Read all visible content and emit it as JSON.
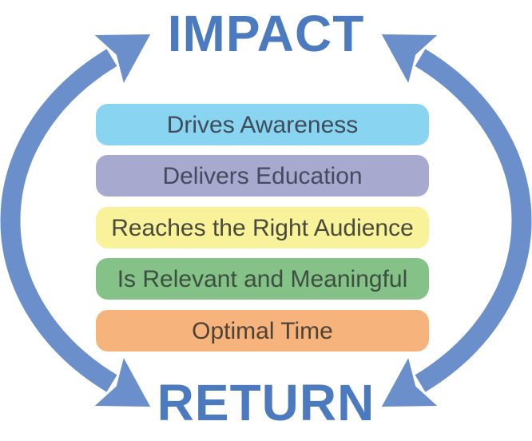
{
  "title_top": "IMPACT",
  "title_bottom": "RETURN",
  "colors": {
    "title": "#4C7ABE",
    "arrow": "#6B8FCA",
    "background": "#FFFFFF"
  },
  "bars": [
    {
      "label": "Drives Awareness",
      "fill": "#89D5F1",
      "text_color": "#3E4C5A"
    },
    {
      "label": "Delivers Education",
      "fill": "#A8A9CF",
      "text_color": "#474A5E"
    },
    {
      "label": "Reaches the Right Audience",
      "fill": "#F8F29B",
      "text_color": "#4A4A3C"
    },
    {
      "label": "Is Relevant and Meaningful",
      "fill": "#85C287",
      "text_color": "#3D4F40"
    },
    {
      "label": "Optimal Time",
      "fill": "#F6B37B",
      "text_color": "#4F4337"
    }
  ],
  "arrows": [
    {
      "name": "left-to-impact",
      "description": "curved arrow pointing to IMPACT from lower left"
    },
    {
      "name": "left-to-return",
      "description": "curved arrow pointing to RETURN from upper left"
    },
    {
      "name": "right-to-impact",
      "description": "curved arrow pointing to IMPACT from lower right"
    },
    {
      "name": "right-to-return",
      "description": "curved arrow pointing to RETURN from upper right"
    }
  ]
}
